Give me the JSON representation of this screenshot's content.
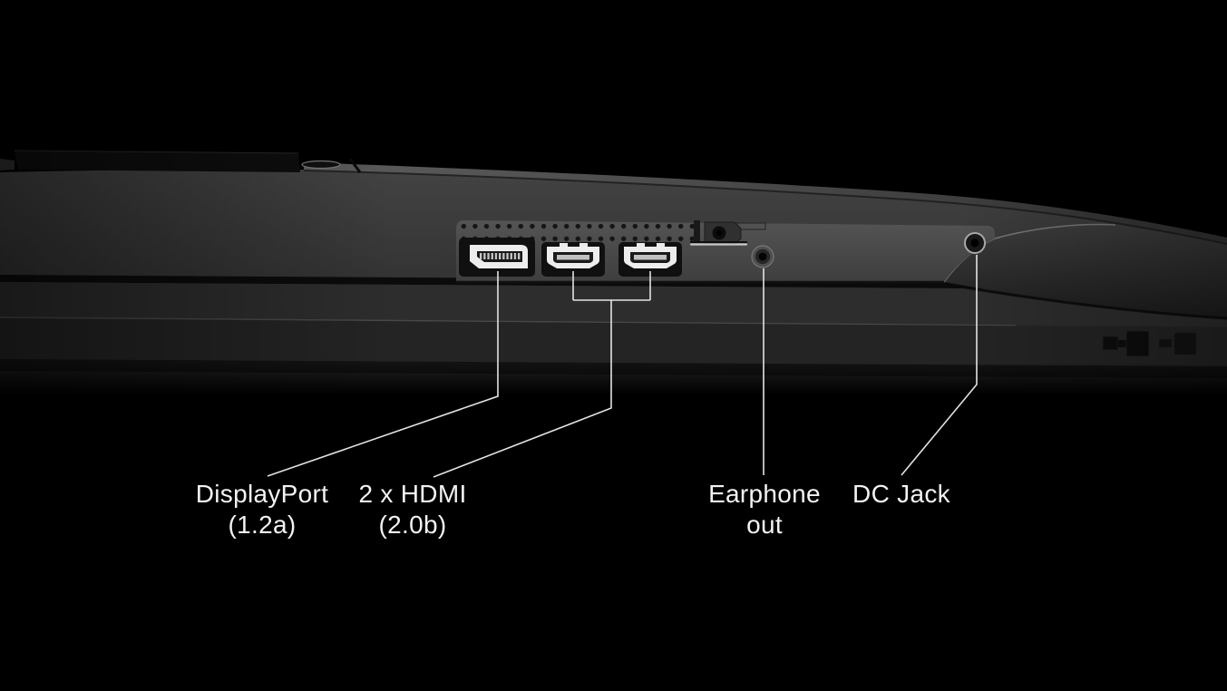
{
  "colors": {
    "background": "#000000",
    "label_text": "#f2f2f2",
    "callout_line": "#e3e3e3"
  },
  "callouts": {
    "displayport": {
      "line1": "DisplayPort",
      "line2": "(1.2a)"
    },
    "hdmi": {
      "line1": "2 x HDMI",
      "line2": "(2.0b)"
    },
    "earphone": {
      "line1": "Earphone",
      "line2": "out"
    },
    "dc_jack": {
      "line1": "DC Jack"
    }
  },
  "ports": [
    {
      "id": "displayport",
      "label": "DisplayPort (1.2a)"
    },
    {
      "id": "hdmi-1",
      "label": "2 x HDMI (2.0b)"
    },
    {
      "id": "hdmi-2",
      "label": "2 x HDMI (2.0b)"
    },
    {
      "id": "earphone-out",
      "label": "Earphone out"
    },
    {
      "id": "dc-jack",
      "label": "DC Jack"
    }
  ]
}
